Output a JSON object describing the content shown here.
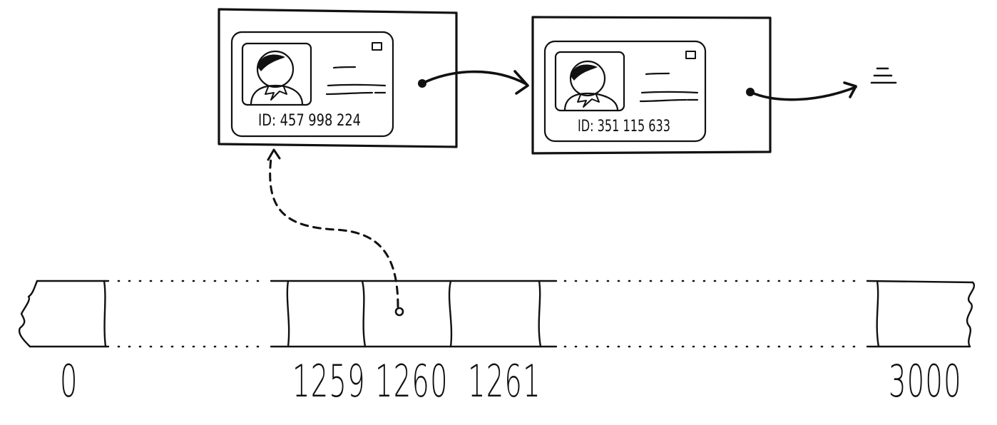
{
  "cards": [
    {
      "id_text": "ID: 457 998 224"
    },
    {
      "id_text": "ID: 351 115 633"
    }
  ],
  "array": {
    "labels": {
      "first": "0",
      "i1259": "1259",
      "i1260": "1260",
      "i1261": "1261",
      "last": "3000"
    }
  },
  "colors": {
    "ink": "#111111",
    "background": "#ffffff"
  },
  "icons": [
    "person-avatar-icon",
    "arrow-icon",
    "null-terminator-icon",
    "pointer-dot-icon"
  ]
}
